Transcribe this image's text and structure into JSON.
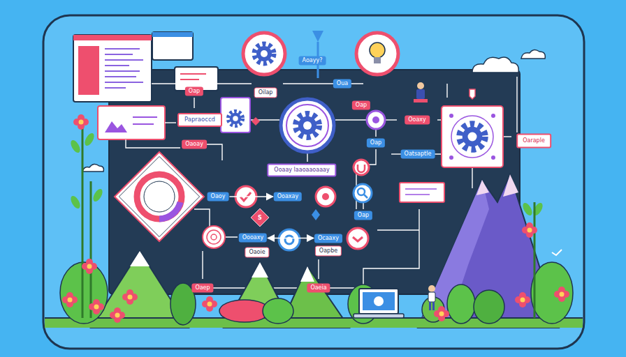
{
  "diagram": {
    "nodes": [
      {
        "text": [
          "Oap"
        ]
      },
      {
        "text": [
          "Oilap"
        ]
      },
      {
        "text": [
          "Aoayy?"
        ]
      },
      {
        "text": [
          "Oua"
        ]
      },
      {
        "text": [
          "Papraoccd"
        ]
      },
      {
        "text": [
          "Oaoay"
        ]
      },
      {
        "text": [
          "Oap"
        ]
      },
      {
        "text": [
          "Ooaxy"
        ]
      },
      {
        "text": [
          "Oap"
        ]
      },
      {
        "text": [
          "Oatsaptle"
        ]
      },
      {
        "text": [
          "Oaraple"
        ]
      },
      {
        "text": [
          "Ooaay laaoaaoaaay"
        ]
      },
      {
        "text": [
          "Oaoy"
        ]
      },
      {
        "text": [
          "Ooaxay"
        ]
      },
      {
        "text": [
          "Oap"
        ]
      },
      {
        "text": [
          "Oooaxy"
        ]
      },
      {
        "text": [
          "Ocaaxy"
        ]
      },
      {
        "text": [
          "Oaoie"
        ]
      },
      {
        "text": [
          "Oapbe"
        ]
      },
      {
        "text": [
          "Oaep"
        ]
      },
      {
        "text": [
          "Oaeia"
        ]
      },
      {
        "text": [
          "S"
        ]
      }
    ],
    "edges": [
      {
        "from": 12,
        "to": 13,
        "arrow": "to"
      },
      {
        "from": 15,
        "to": 16,
        "arrow": "both"
      }
    ]
  }
}
